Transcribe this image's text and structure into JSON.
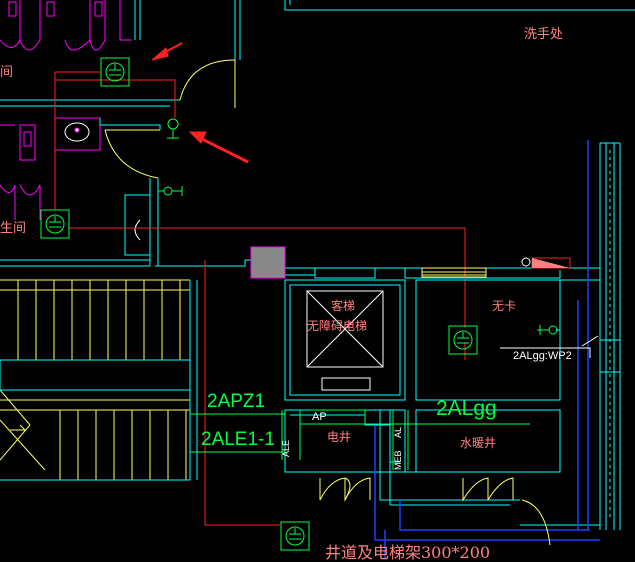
{
  "labels": {
    "washroom": "洗手处",
    "room_left_top": "间",
    "room_left_mid": "生间",
    "elevator_top": "客梯",
    "elevator_sub": "无障碍电梯",
    "shaft_right": "无卡",
    "circuit_right": "2ALgg:WP2",
    "panel_apz": "2APZ1",
    "panel_ale": "2ALE1-1",
    "panel_algg": "2ALgg",
    "small_ap": "AP",
    "vertical_ale": "ALE",
    "vertical_meb": "MEB",
    "vertical_al": "AL",
    "electric_well": "电井",
    "water_well": "水暖井",
    "bottom_text": "井道及电梯架300*200"
  },
  "colors": {
    "background": "#000000",
    "wall": "#00ffff",
    "fixture": "#ff00ff",
    "wire": "#ff2020",
    "text": "#ff8080",
    "green": "#00ff40",
    "yellow": "#ffff60",
    "blue": "#2040ff",
    "arrow": "#ff2020"
  }
}
